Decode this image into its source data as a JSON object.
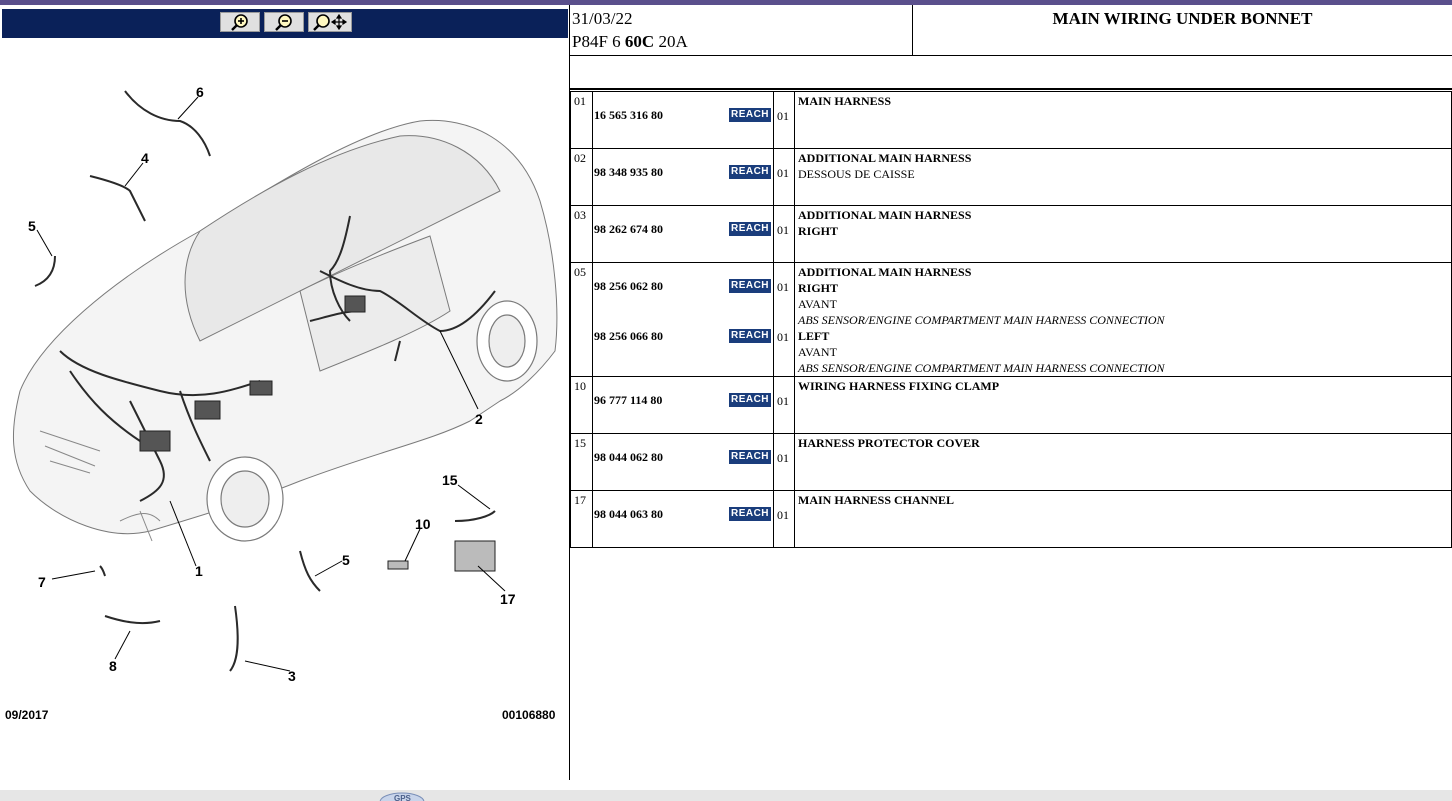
{
  "header": {
    "date": "31/03/22",
    "code_prefix": "P84F 6 ",
    "code_bold": "60C",
    "code_suffix": " 20A",
    "title": "MAIN WIRING UNDER BONNET"
  },
  "toolbar": {
    "zoom_in_icon": "zoom-in-icon",
    "zoom_out_icon": "zoom-out-icon",
    "pan_zoom_icon": "zoom-pan-icon"
  },
  "diagram": {
    "callouts": [
      "6",
      "4",
      "5",
      "2",
      "1",
      "15",
      "10",
      "5",
      "17",
      "7",
      "8",
      "3"
    ],
    "footer_date": "09/2017",
    "footer_ref": "00106880"
  },
  "reach_label": "REACH",
  "parts": [
    {
      "pos": "01",
      "refs": [
        "16 565 316 80"
      ],
      "qty": [
        "01"
      ],
      "desc": [
        {
          "text": "MAIN HARNESS",
          "style": "b"
        }
      ]
    },
    {
      "pos": "02",
      "refs": [
        "98 348 935 80"
      ],
      "qty": [
        "01"
      ],
      "desc": [
        {
          "text": "ADDITIONAL MAIN HARNESS",
          "style": "b"
        },
        {
          "text": "DESSOUS DE CAISSE",
          "style": ""
        }
      ]
    },
    {
      "pos": "03",
      "refs": [
        "98 262 674 80"
      ],
      "qty": [
        "01"
      ],
      "desc": [
        {
          "text": "ADDITIONAL MAIN HARNESS",
          "style": "b"
        },
        {
          "text": "RIGHT",
          "style": "b"
        }
      ]
    },
    {
      "pos": "05",
      "refs": [
        "98 256 062 80",
        "98 256 066 80"
      ],
      "qty": [
        "01",
        "01"
      ],
      "desc": [
        {
          "text": "ADDITIONAL MAIN HARNESS",
          "style": "b"
        },
        {
          "text": "RIGHT",
          "style": "b"
        },
        {
          "text": "AVANT",
          "style": ""
        },
        {
          "text": "ABS SENSOR/ENGINE COMPARTMENT MAIN HARNESS CONNECTION",
          "style": "i"
        },
        {
          "text": "LEFT",
          "style": "b"
        },
        {
          "text": "AVANT",
          "style": ""
        },
        {
          "text": "ABS SENSOR/ENGINE COMPARTMENT MAIN HARNESS CONNECTION",
          "style": "i"
        }
      ]
    },
    {
      "pos": "10",
      "refs": [
        "96 777 114 80"
      ],
      "qty": [
        "01"
      ],
      "desc": [
        {
          "text": "WIRING HARNESS FIXING CLAMP",
          "style": "b"
        }
      ]
    },
    {
      "pos": "15",
      "refs": [
        "98 044 062 80"
      ],
      "qty": [
        "01"
      ],
      "desc": [
        {
          "text": "HARNESS PROTECTOR COVER",
          "style": "b"
        }
      ]
    },
    {
      "pos": "17",
      "refs": [
        "98 044 063 80"
      ],
      "qty": [
        "01"
      ],
      "desc": [
        {
          "text": "MAIN HARNESS CHANNEL",
          "style": "b"
        }
      ]
    }
  ]
}
